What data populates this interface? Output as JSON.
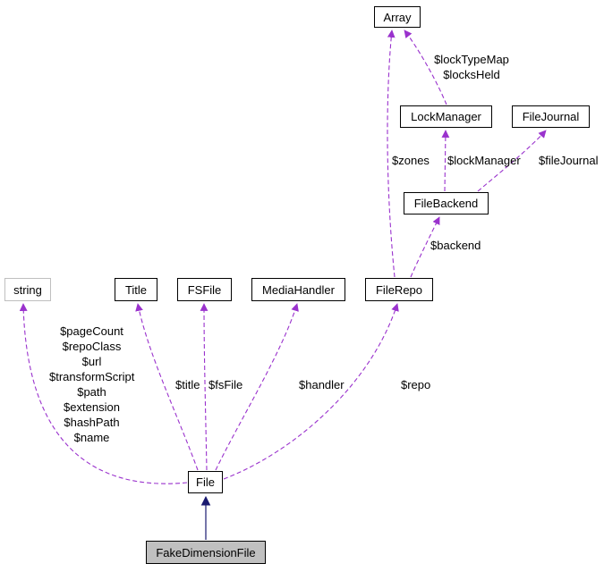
{
  "diagram": {
    "title": "FakeDimensionFile collaboration graph",
    "colors": {
      "edge_dashed": "#9a32cd",
      "edge_inheritance": "#191970",
      "node_border": "#000000",
      "focus_fill": "#c0c0c0",
      "external_border": "#bfbfbf"
    },
    "nodes": {
      "array": {
        "label": "Array"
      },
      "lock_manager": {
        "label": "LockManager"
      },
      "file_journal": {
        "label": "FileJournal"
      },
      "file_backend": {
        "label": "FileBackend"
      },
      "file_repo": {
        "label": "FileRepo"
      },
      "string": {
        "label": "string"
      },
      "title": {
        "label": "Title"
      },
      "fsfile": {
        "label": "FSFile"
      },
      "media_handler": {
        "label": "MediaHandler"
      },
      "file": {
        "label": "File"
      },
      "fake_dimension_file": {
        "label": "FakeDimensionFile"
      }
    },
    "edge_labels": {
      "array_locks": {
        "line1": "$lockTypeMap",
        "line2": "$locksHeld"
      },
      "zones": "$zones",
      "lock_manager": "$lockManager",
      "file_journal": "$fileJournal",
      "backend": "$backend",
      "file_props": [
        "$pageCount",
        "$repoClass",
        "$url",
        "$transformScript",
        "$path",
        "$extension",
        "$hashPath",
        "$name"
      ],
      "title": "$title",
      "fsfile": "$fsFile",
      "handler": "$handler",
      "repo": "$repo"
    }
  }
}
